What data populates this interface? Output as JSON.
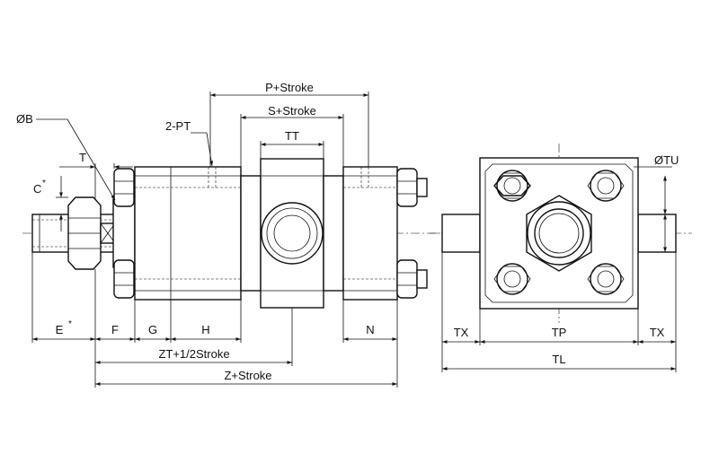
{
  "labels": {
    "p_stroke": "P+Stroke",
    "s_stroke": "S+Stroke",
    "tt": "TT",
    "two_pt": "2-PT",
    "dia_b": "ØB",
    "t": "T",
    "c": "C",
    "c_star": "*",
    "e": "E",
    "e_star": "*",
    "f": "F",
    "g": "G",
    "h": "H",
    "n": "N",
    "zt": "ZT+1/2Stroke",
    "z": "Z+Stroke",
    "dia_tu": "ØTU",
    "tx_left": "TX",
    "tp": "TP",
    "tx_right": "TX",
    "tl": "TL"
  }
}
